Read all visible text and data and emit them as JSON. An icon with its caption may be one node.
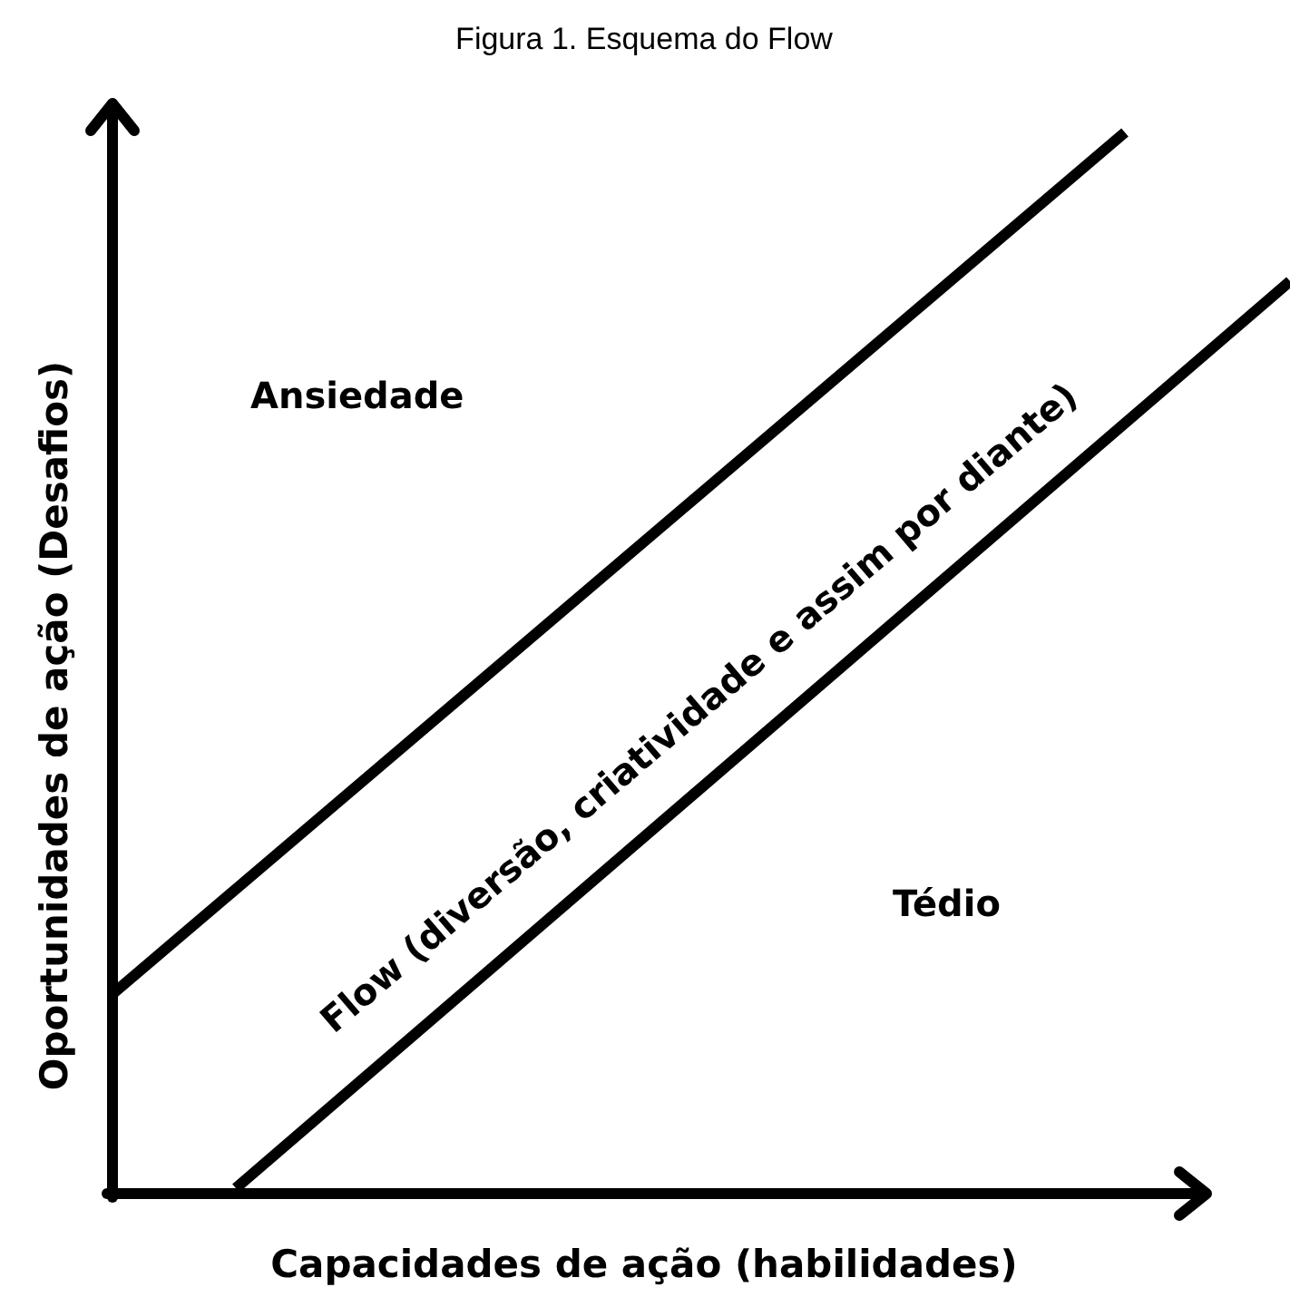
{
  "diagram": {
    "title": "Figura 1. Esquema do Flow",
    "labels": [
      "Ansiedade",
      "Flow (diversão, criatividade e assim por diante)",
      "Tédio",
      "Oportunidades de ação (Desafios)",
      "Capacidades de ação (habilidades)"
    ]
  }
}
